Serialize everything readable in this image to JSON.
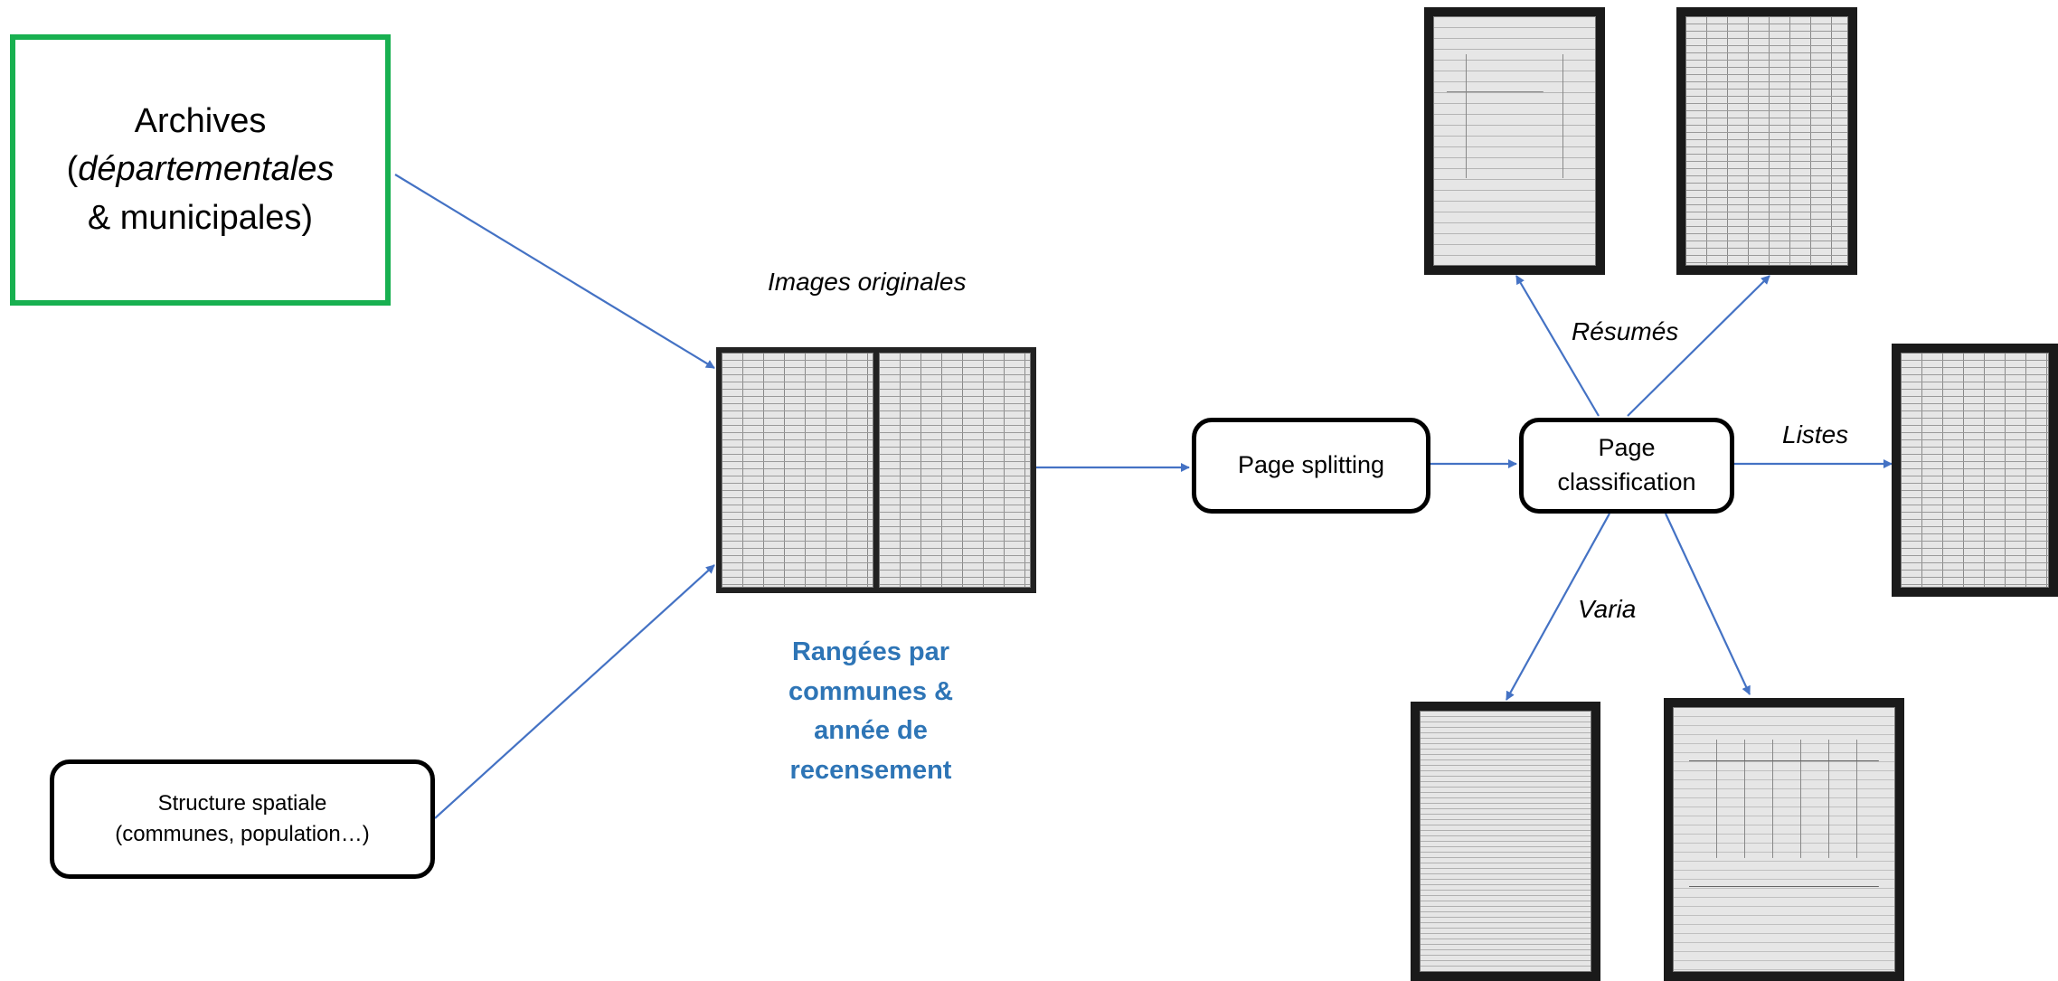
{
  "nodes": {
    "archives": {
      "line1": "Archives",
      "line2_open": "(",
      "line2_italic": "départementales",
      "line3": "& municipales)"
    },
    "structure": {
      "line1": "Structure spatiale",
      "line2": "(communes, population…)"
    },
    "page_splitting": "Page splitting",
    "page_classification": {
      "line1": "Page",
      "line2": "classification"
    }
  },
  "labels": {
    "images_originales": "Images originales",
    "rangees": [
      "Rangées par",
      "communes &",
      "année de",
      "recensement"
    ],
    "resumes": "Résumés",
    "listes": "Listes",
    "varia": "Varia"
  },
  "colors": {
    "arrow": "#4472c4",
    "archives_border": "#18b050",
    "rangees_text": "#2e75b6",
    "box_border": "#000000"
  },
  "images": [
    {
      "name": "census-register-spread",
      "kind": "scanned register double page"
    },
    {
      "name": "resume-page-1",
      "kind": "scanned summary page"
    },
    {
      "name": "resume-page-2",
      "kind": "scanned summary table"
    },
    {
      "name": "liste-page",
      "kind": "scanned list page"
    },
    {
      "name": "varia-page-1",
      "kind": "scanned text document"
    },
    {
      "name": "varia-page-2",
      "kind": "scanned form"
    }
  ]
}
